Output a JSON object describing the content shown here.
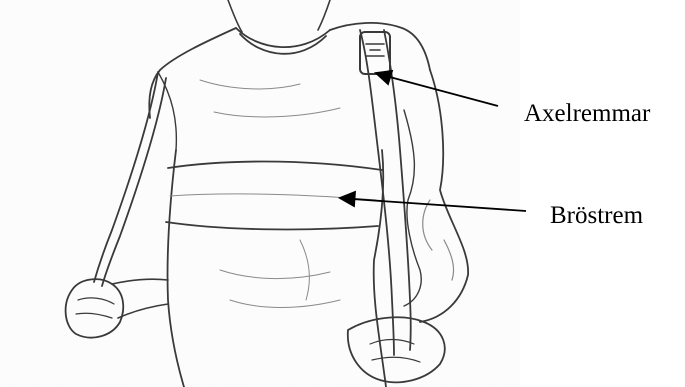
{
  "figure": {
    "illustration": "pencil-sketch-torso-with-harness",
    "labels": {
      "shoulder_straps": "Axelremmar",
      "chest_strap": "Bröstrem"
    },
    "colors": {
      "background": "#ffffff",
      "ink": "#000000",
      "sketch_line": "#3a3a3a",
      "sketch_light": "#8a8a8a"
    }
  }
}
